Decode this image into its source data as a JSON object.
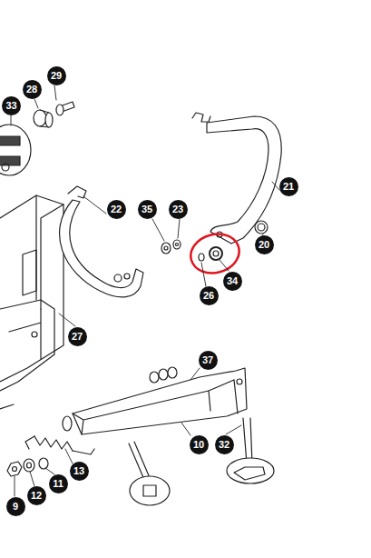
{
  "diagram": {
    "labels": [
      "29",
      "28",
      "33",
      "22",
      "35",
      "23",
      "21",
      "20",
      "26",
      "34",
      "27",
      "37",
      "10",
      "32",
      "13",
      "11",
      "12",
      "9"
    ]
  }
}
